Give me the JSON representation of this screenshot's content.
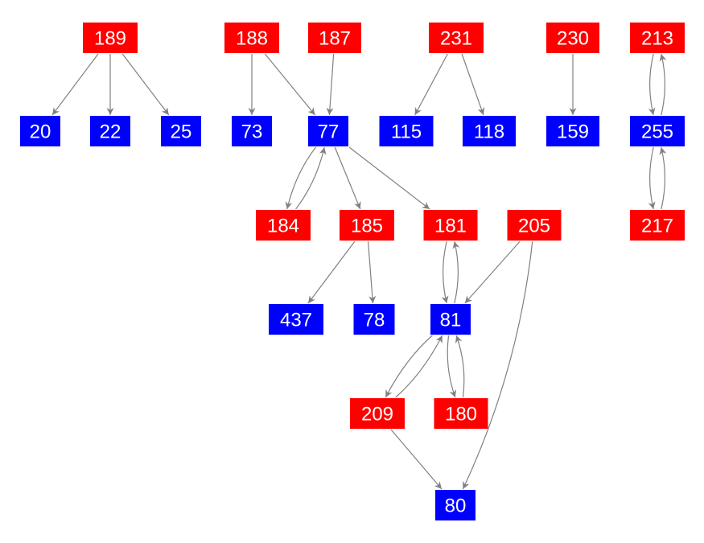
{
  "colors": {
    "red": "#ff0000",
    "blue": "#0000ff",
    "edge": "#808080",
    "text": "#ffffff"
  },
  "nodes": [
    {
      "id": "189",
      "label": "189",
      "kind": "red"
    },
    {
      "id": "188",
      "label": "188",
      "kind": "red"
    },
    {
      "id": "187",
      "label": "187",
      "kind": "red"
    },
    {
      "id": "231",
      "label": "231",
      "kind": "red"
    },
    {
      "id": "230",
      "label": "230",
      "kind": "red"
    },
    {
      "id": "213",
      "label": "213",
      "kind": "red"
    },
    {
      "id": "20",
      "label": "20",
      "kind": "blue"
    },
    {
      "id": "22",
      "label": "22",
      "kind": "blue"
    },
    {
      "id": "25",
      "label": "25",
      "kind": "blue"
    },
    {
      "id": "73",
      "label": "73",
      "kind": "blue"
    },
    {
      "id": "77",
      "label": "77",
      "kind": "blue"
    },
    {
      "id": "115",
      "label": "115",
      "kind": "blue"
    },
    {
      "id": "118",
      "label": "118",
      "kind": "blue"
    },
    {
      "id": "159",
      "label": "159",
      "kind": "blue"
    },
    {
      "id": "255",
      "label": "255",
      "kind": "blue"
    },
    {
      "id": "184",
      "label": "184",
      "kind": "red"
    },
    {
      "id": "185",
      "label": "185",
      "kind": "red"
    },
    {
      "id": "181",
      "label": "181",
      "kind": "red"
    },
    {
      "id": "205",
      "label": "205",
      "kind": "red"
    },
    {
      "id": "217",
      "label": "217",
      "kind": "red"
    },
    {
      "id": "437",
      "label": "437",
      "kind": "blue"
    },
    {
      "id": "78",
      "label": "78",
      "kind": "blue"
    },
    {
      "id": "81",
      "label": "81",
      "kind": "blue"
    },
    {
      "id": "209",
      "label": "209",
      "kind": "red"
    },
    {
      "id": "180",
      "label": "180",
      "kind": "red"
    },
    {
      "id": "80",
      "label": "80",
      "kind": "blue"
    }
  ],
  "edges": [
    [
      "189",
      "20"
    ],
    [
      "189",
      "22"
    ],
    [
      "189",
      "25"
    ],
    [
      "188",
      "73"
    ],
    [
      "188",
      "77"
    ],
    [
      "187",
      "77"
    ],
    [
      "231",
      "115"
    ],
    [
      "231",
      "118"
    ],
    [
      "230",
      "159"
    ],
    [
      "213",
      "255"
    ],
    [
      "255",
      "213"
    ],
    [
      "255",
      "217"
    ],
    [
      "217",
      "255"
    ],
    [
      "77",
      "184"
    ],
    [
      "184",
      "77"
    ],
    [
      "77",
      "185"
    ],
    [
      "77",
      "181"
    ],
    [
      "185",
      "437"
    ],
    [
      "185",
      "78"
    ],
    [
      "181",
      "81"
    ],
    [
      "81",
      "181"
    ],
    [
      "205",
      "81"
    ],
    [
      "205",
      "80"
    ],
    [
      "81",
      "209"
    ],
    [
      "209",
      "81"
    ],
    [
      "81",
      "180"
    ],
    [
      "180",
      "81"
    ],
    [
      "209",
      "80"
    ]
  ]
}
